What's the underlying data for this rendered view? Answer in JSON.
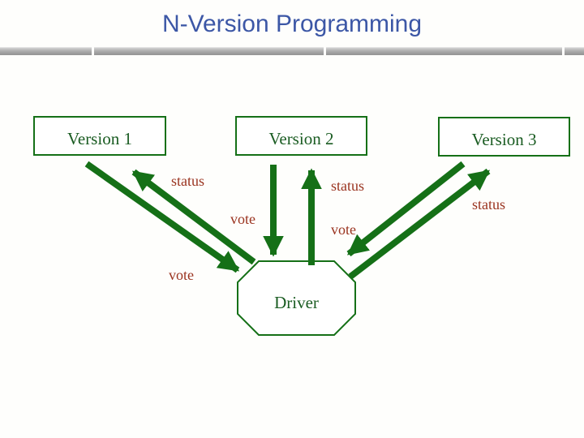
{
  "slide": {
    "title": "N-Version Programming"
  },
  "colors": {
    "title_blue": "#3c57a6",
    "shape_green": "#157017",
    "shape_text_green": "#1a5c22",
    "flow_label_red": "#9a331f",
    "divider_gray": "#9c9c9c",
    "background": "#fefefc"
  },
  "diagram": {
    "version_boxes": [
      {
        "label": "Version 1"
      },
      {
        "label": "Version 2"
      },
      {
        "label": "Version 3"
      }
    ],
    "driver": {
      "label": "Driver"
    },
    "flow_labels": [
      {
        "text": "status",
        "position": "left-of-version1-arrows"
      },
      {
        "text": "vote",
        "position": "beside-version2-down-arrow"
      },
      {
        "text": "vote",
        "position": "bottom-left-of-driver"
      },
      {
        "text": "status",
        "position": "beside-version2-up-arrow"
      },
      {
        "text": "vote",
        "position": "middle-below-version2"
      },
      {
        "text": "status",
        "position": "right-of-version3-arrows"
      }
    ]
  }
}
